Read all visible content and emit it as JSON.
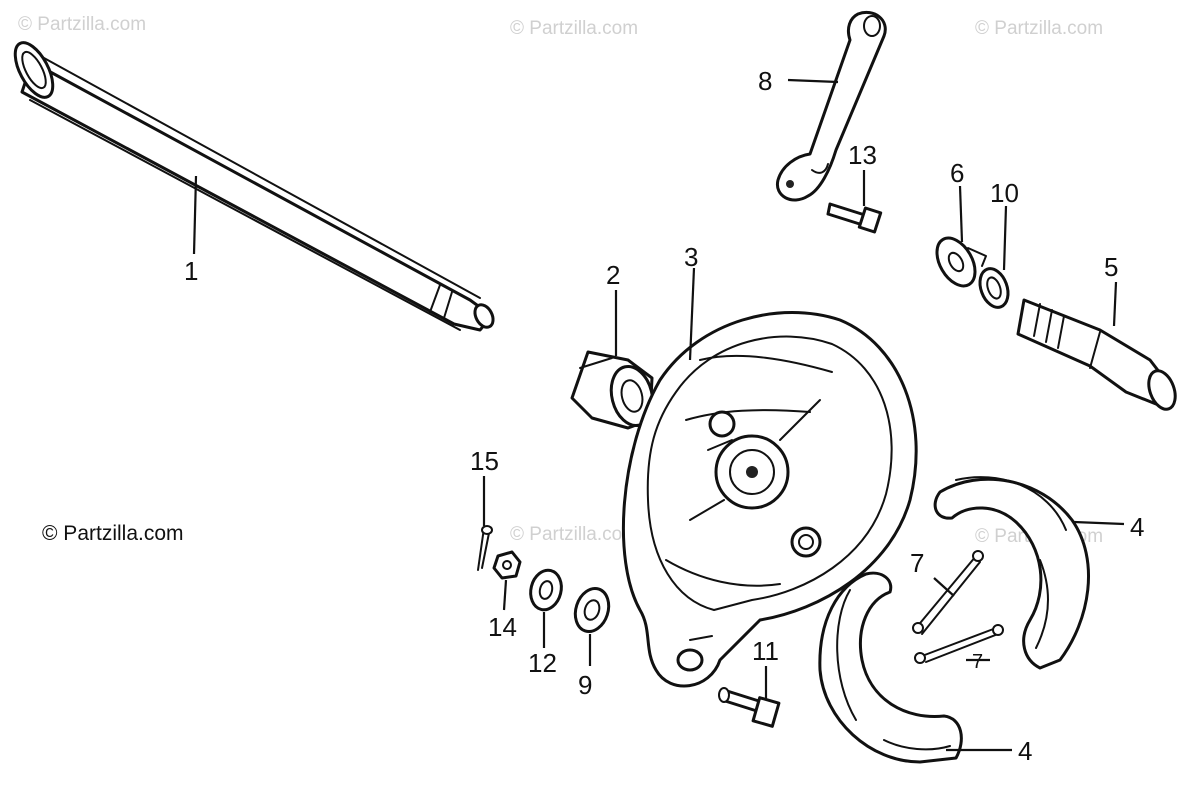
{
  "watermark": "© Partzilla.com",
  "credit": "© Partzilla.com",
  "callouts": {
    "c1": "1",
    "c2": "2",
    "c3": "3",
    "c4a": "4",
    "c4b": "4",
    "c5": "5",
    "c6": "6",
    "c7a": "7",
    "c7b": "7",
    "c8": "8",
    "c9": "9",
    "c10": "10",
    "c11": "11",
    "c12": "12",
    "c13": "13",
    "c14": "14",
    "c15": "15"
  }
}
